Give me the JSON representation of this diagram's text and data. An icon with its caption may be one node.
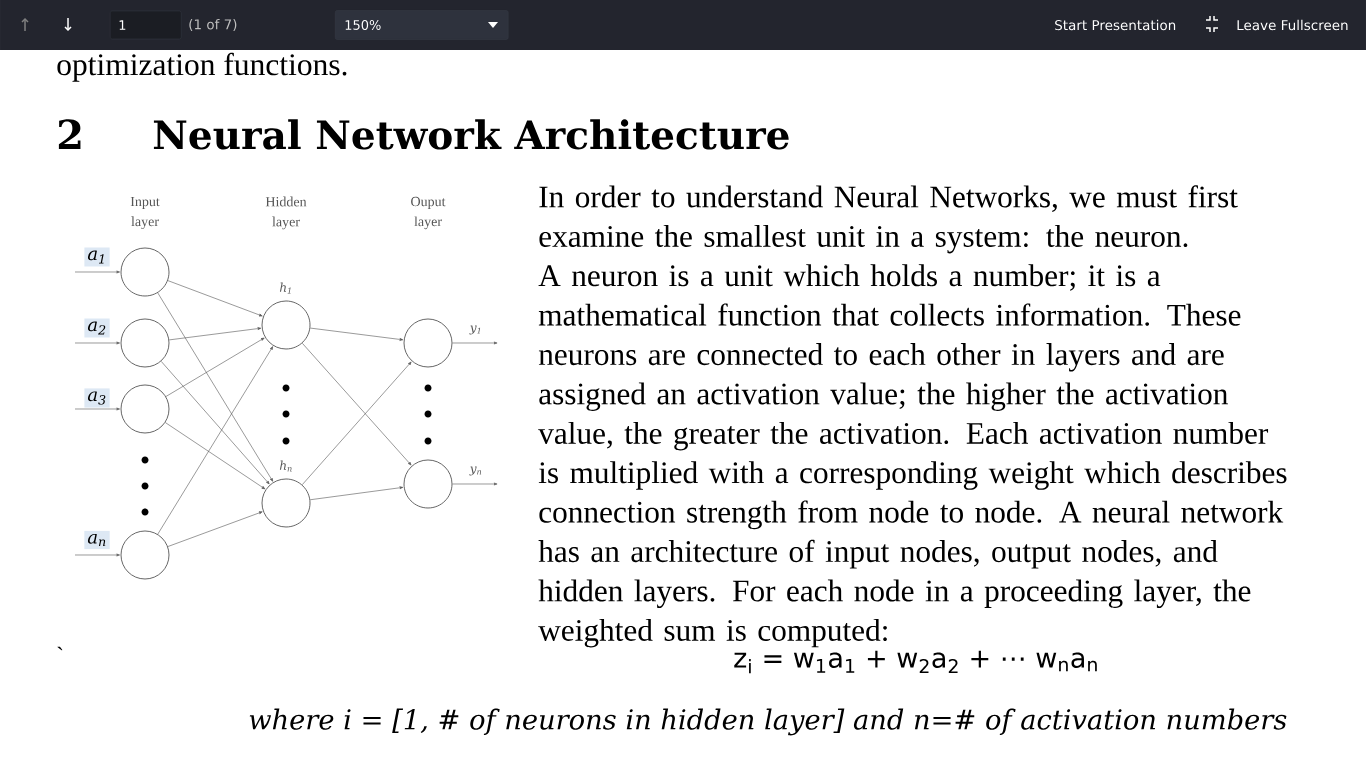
{
  "diagram": {
    "title": "Neural Network Architecture",
    "nodes": [
      {
        "text": [
          "1"
        ]
      },
      {
        "text": [
          "150%"
        ]
      },
      {
        "text": [],
        "shape": "circle",
        "beside": [
          "a$_{1}$"
        ]
      },
      {
        "text": [],
        "shape": "circle",
        "beside": [
          "a$_{2}$"
        ]
      },
      {
        "text": [],
        "shape": "circle",
        "beside": [
          "a$_{3}$"
        ]
      },
      {
        "text": [],
        "shape": "circle",
        "beside": [
          "a$_{n}$"
        ]
      },
      {
        "text": [],
        "shape": "circle",
        "beside": [
          "h$_{1}$"
        ]
      },
      {
        "text": [],
        "shape": "circle",
        "beside": [
          "h$_{n}$"
        ]
      },
      {
        "text": [],
        "shape": "circle",
        "beside": [
          "y$_{1}$"
        ]
      },
      {
        "text": [],
        "shape": "circle",
        "beside": [
          "y$_{n}$"
        ]
      }
    ],
    "edges": [
      {
        "from": null,
        "to": 2,
        "arrow": "to"
      },
      {
        "from": null,
        "to": 3,
        "arrow": "to"
      },
      {
        "from": null,
        "to": 4,
        "arrow": "to"
      },
      {
        "from": null,
        "to": 5,
        "arrow": "to"
      },
      {
        "from": 2,
        "to": 6,
        "arrow": "to"
      },
      {
        "from": 2,
        "to": 7,
        "arrow": "to"
      },
      {
        "from": 3,
        "to": 6,
        "arrow": "to"
      },
      {
        "from": 3,
        "to": 7,
        "arrow": "to"
      },
      {
        "from": 4,
        "to": 6,
        "arrow": "to"
      },
      {
        "from": 4,
        "to": 7,
        "arrow": "to"
      },
      {
        "from": 5,
        "to": 6,
        "arrow": "to"
      },
      {
        "from": 5,
        "to": 7,
        "arrow": "to"
      },
      {
        "from": 6,
        "to": 8,
        "arrow": "to"
      },
      {
        "from": 6,
        "to": 9,
        "arrow": "to"
      },
      {
        "from": 7,
        "to": 8,
        "arrow": "to"
      },
      {
        "from": 7,
        "to": 9,
        "arrow": "to"
      },
      {
        "from": 8,
        "to": null,
        "arrow": "to"
      },
      {
        "from": 9,
        "to": null,
        "arrow": "to"
      }
    ],
    "labels": [
      "(1 of 7)",
      "Start Presentation",
      "Leave Fullscreen",
      "optimization functions.",
      "2",
      "Input layer",
      "Hidden layer",
      "Ouput layer",
      "In order to understand Neural Networks, we must first examine the smallest unit in a system: the neuron. A neuron is a unit which holds a number; it is a mathematical function that collects information. These neurons are connected to each other in layers and are assigned an activation value; the higher the activation value, the greater the activation. Each activation number is multiplied with a corresponding weight which describes connection strength from node to node. A neural network has an architecture of input nodes, output nodes, and hidden layers. For each node in a proceeding layer, the weighted sum is computed:",
      "`",
      "z$_{i}$ = w$_{1}$a$_{1}$ + w$_{2}$a$_{2}$ + ⋯ w$_{n}$a$_{n}$",
      "where i = [1, # of neurons in hidden layer] and n=# of activation numbers"
    ]
  }
}
